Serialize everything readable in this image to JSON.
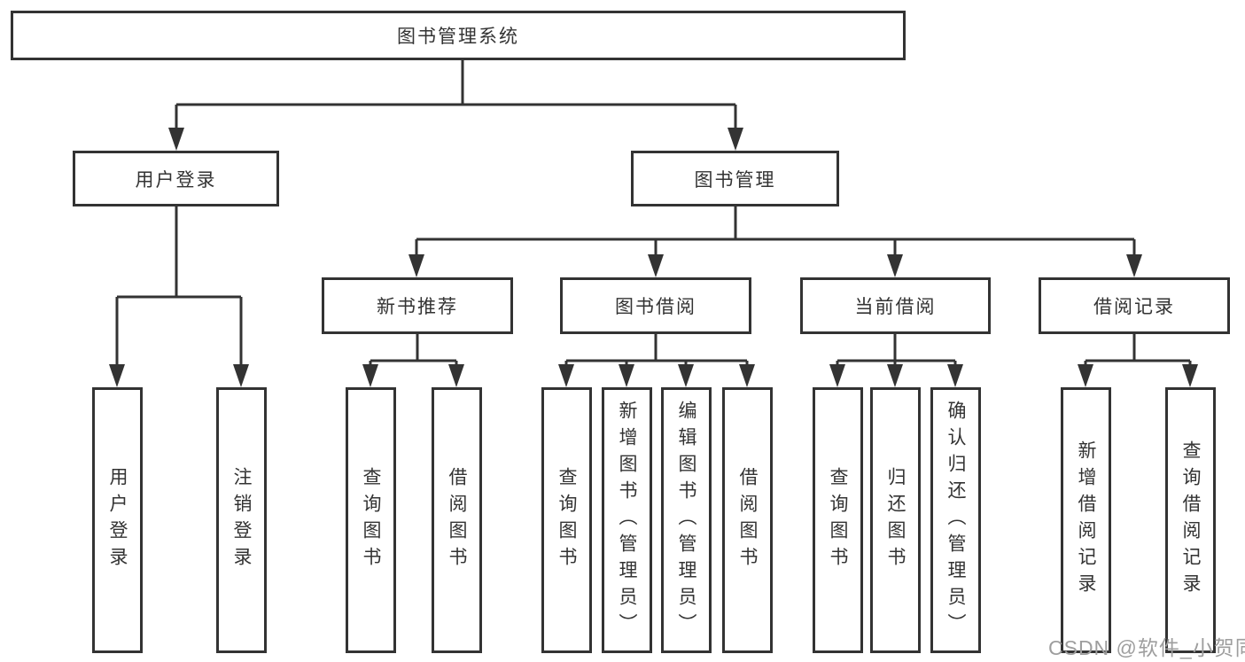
{
  "tree": {
    "root": {
      "label": "图书管理系统",
      "children": [
        {
          "label": "用户登录",
          "children": [
            {
              "label": "用户登录"
            },
            {
              "label": "注销登录"
            }
          ]
        },
        {
          "label": "图书管理",
          "children": [
            {
              "label": "新书推荐",
              "children": [
                {
                  "label": "查询图书"
                },
                {
                  "label": "借阅图书"
                }
              ]
            },
            {
              "label": "图书借阅",
              "children": [
                {
                  "label": "查询图书"
                },
                {
                  "label": "新增图书（管理员）"
                },
                {
                  "label": "编辑图书（管理员）"
                },
                {
                  "label": "借阅图书"
                }
              ]
            },
            {
              "label": "当前借阅",
              "children": [
                {
                  "label": "查询图书"
                },
                {
                  "label": "归还图书"
                },
                {
                  "label": "确认归还（管理员）"
                }
              ]
            },
            {
              "label": "借阅记录",
              "children": [
                {
                  "label": "新增借阅记录"
                },
                {
                  "label": "查询借阅记录"
                }
              ]
            }
          ]
        }
      ]
    }
  },
  "watermark": {
    "text": "CSDN @软件_小贺同学"
  },
  "colors": {
    "line": "#333333",
    "box_border": "#333333",
    "text": "#333333",
    "watermark": "#9e9e9e",
    "background": "#ffffff"
  }
}
